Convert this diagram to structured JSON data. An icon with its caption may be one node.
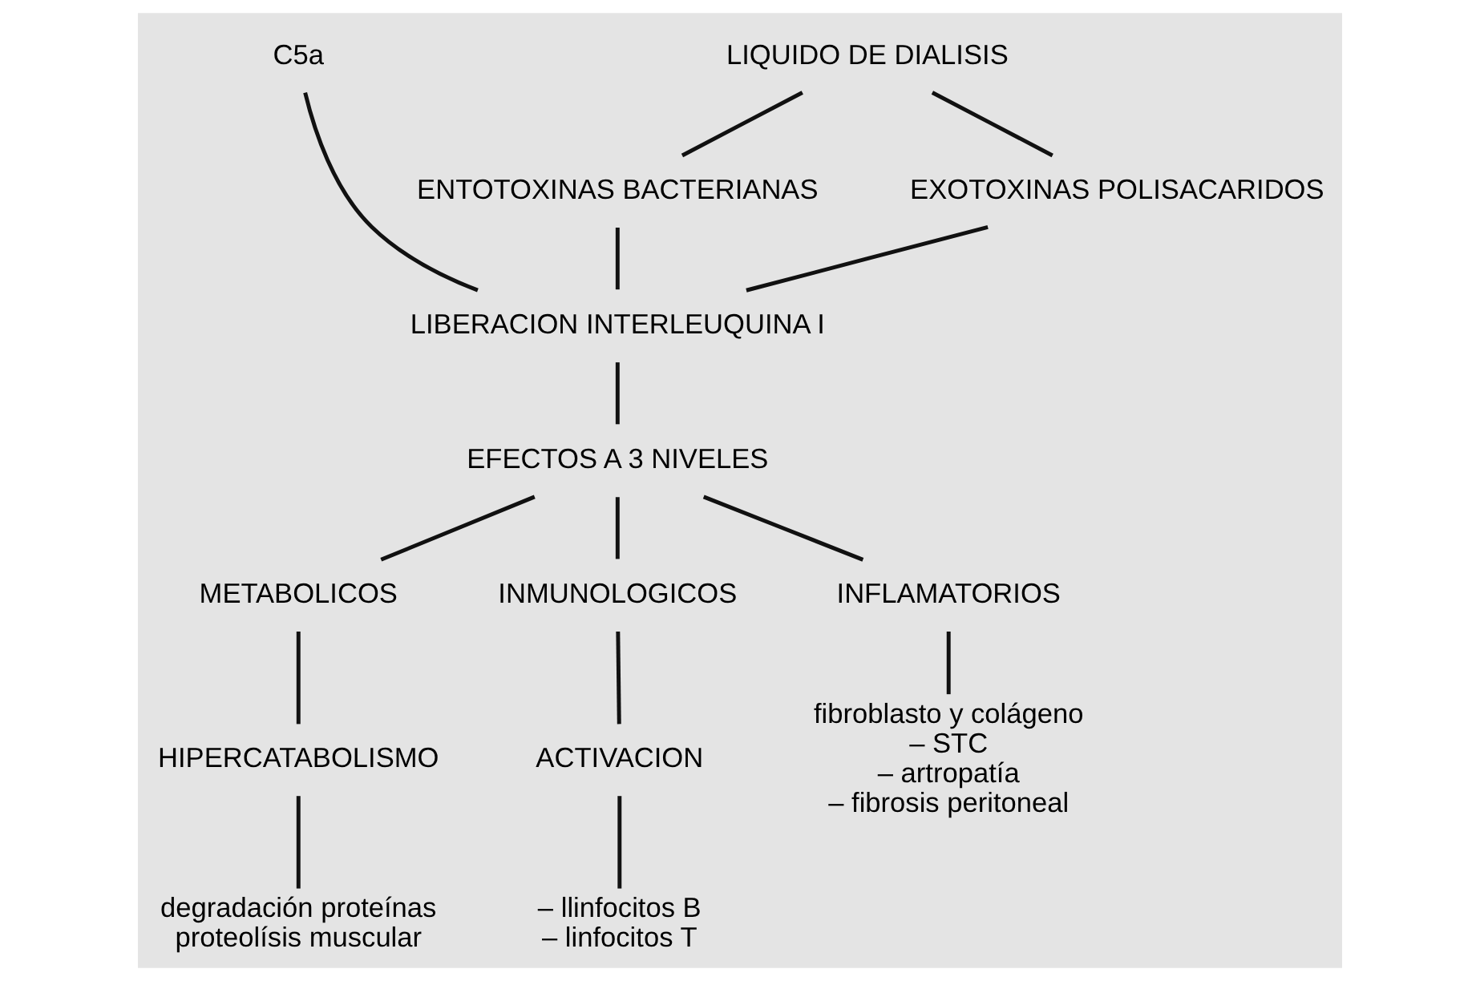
{
  "diagram": {
    "nodes": [
      {
        "text": [
          "C5a"
        ]
      },
      {
        "text": [
          "LIQUIDO DE DIALISIS"
        ]
      },
      {
        "text": [
          "ENTOTOXINAS BACTERIANAS"
        ]
      },
      {
        "text": [
          "EXOTOXINAS POLISACARIDOS"
        ]
      },
      {
        "text": [
          "LIBERACION INTERLEUQUINA I"
        ]
      },
      {
        "text": [
          "EFECTOS A 3 NIVELES"
        ]
      },
      {
        "text": [
          "METABOLICOS"
        ]
      },
      {
        "text": [
          "INMUNOLOGICOS"
        ]
      },
      {
        "text": [
          "INFLAMATORIOS"
        ]
      },
      {
        "text": [
          "HIPERCATABOLISMO"
        ]
      },
      {
        "text": [
          "ACTIVACION"
        ]
      },
      {
        "text": [
          "fibroblasto y colágeno",
          "– STC",
          "– artropatía",
          "– fibrosis peritoneal"
        ]
      },
      {
        "text": [
          "degradación proteínas",
          "proteolísis muscular"
        ]
      },
      {
        "text": [
          "– llinfocitos B",
          "– linfocitos T"
        ]
      }
    ],
    "edges": [
      {
        "from": 1,
        "to": 2,
        "arrow": "none"
      },
      {
        "from": 1,
        "to": 3,
        "arrow": "none"
      },
      {
        "from": 0,
        "to": 4,
        "arrow": "none"
      },
      {
        "from": 2,
        "to": 4,
        "arrow": "none"
      },
      {
        "from": 3,
        "to": 4,
        "arrow": "none"
      },
      {
        "from": 4,
        "to": 5,
        "arrow": "none"
      },
      {
        "from": 5,
        "to": 6,
        "arrow": "none"
      },
      {
        "from": 5,
        "to": 7,
        "arrow": "none"
      },
      {
        "from": 5,
        "to": 8,
        "arrow": "none"
      },
      {
        "from": 6,
        "to": 9,
        "arrow": "none"
      },
      {
        "from": 7,
        "to": 10,
        "arrow": "none"
      },
      {
        "from": 8,
        "to": 11,
        "arrow": "none"
      },
      {
        "from": 9,
        "to": 12,
        "arrow": "none"
      },
      {
        "from": 10,
        "to": 13,
        "arrow": "none"
      }
    ]
  }
}
